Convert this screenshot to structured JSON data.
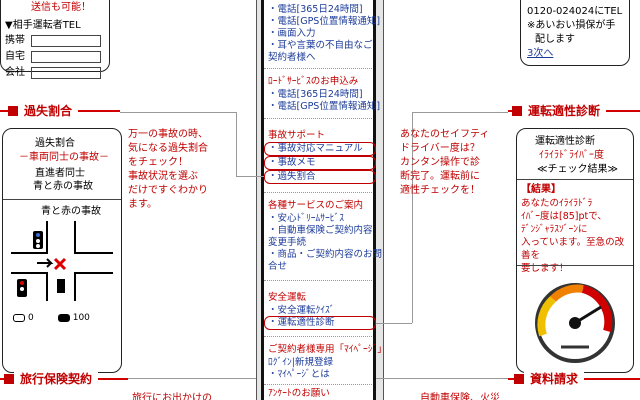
{
  "top_left": {
    "line1": "送信も可能！",
    "label": "▼相手運転者TEL",
    "fields": [
      "携帯",
      "自宅",
      "会社"
    ]
  },
  "top_right": {
    "line1": "0120-024024にTEL",
    "line2": "※あいおい損保が手",
    "line3": "配します",
    "next": "3次へ"
  },
  "phone_menu": {
    "top_items": [
      "・電話[365日24時間]",
      "・電話[GPS位置情報通知]",
      "・画面入力",
      "・耳や言葉の不自由なご",
      "契約者様へ"
    ],
    "roadside_title": "ﾛｰﾄﾞｻｰﾋﾞｽのお申込み",
    "roadside_items": [
      "・電話[365日24時間]",
      "・電話[GPS位置情報通知]"
    ],
    "accident_title": "事故サポート",
    "accident_items": [
      "・事故対応マニュアル",
      "・事故メモ",
      "・過失割合"
    ],
    "services_title": "各種サービスのご案内",
    "services_items": [
      "・安心ﾄﾞﾘｰﾑｻｰﾋﾞｽ",
      "・自動車保険ご契約内容",
      "変更手続",
      "・商品・ご契約内容のお問",
      "合せ"
    ],
    "safety_title": "安全運転",
    "safety_items": [
      "・安全運転ｸｲｽﾞ",
      "・運転適性診断"
    ],
    "mypage_title": "ご契約者様専用「ﾏｲﾍﾟｰｼﾞ」",
    "mypage_items": [
      "ﾛｸﾞｲﾝ|新規登録",
      "・ﾏｲﾍﾟｰｼﾞとは"
    ],
    "survey_title": "ｱﾝｹｰﾄのお願い"
  },
  "fault": {
    "heading": "過失割合",
    "screen_title": "過失割合",
    "screen_sub": "－車両同士の事故－",
    "screen_line1": "直進者同士",
    "screen_line2": "青と赤の事故",
    "diagram_title": "青と赤の事故",
    "legend_a": "0",
    "legend_b": "100",
    "desc": [
      "万一の事故の時、",
      "気になる過失割合",
      "をチェック！",
      "事故状況を選ぶ",
      "だけですぐわかり",
      "ます。"
    ]
  },
  "aptitude": {
    "heading": "運転適性診断",
    "desc": [
      "あなたのセイフティ",
      "ドライバー度は？",
      "カンタン操作で診",
      "断完了。運転前に",
      "適性チェックを！"
    ],
    "screen_title": "運転適性診断",
    "screen_sub": "ｲﾗｲﾗﾄﾞﾗｲﾊﾞｰ度",
    "screen_sub2": "≪チェック結果≫",
    "result_label": "【結果】",
    "result_lines": [
      "あなたのｲﾗｲﾗﾄﾞﾗ",
      "ｲﾊﾞｰ度は[85]ptで、",
      "ﾃﾞﾝｼﾞｬﾗｽｿﾞｰﾝに",
      "入っています。至急の改善を",
      "要します！"
    ]
  },
  "travel": {
    "heading": "旅行保険契約",
    "desc": "旅行にお出かけの"
  },
  "docs": {
    "heading": "資料請求",
    "desc": "自動車保険、火災"
  },
  "colors": {
    "accent": "#c00000",
    "link": "#1d3c9a"
  }
}
